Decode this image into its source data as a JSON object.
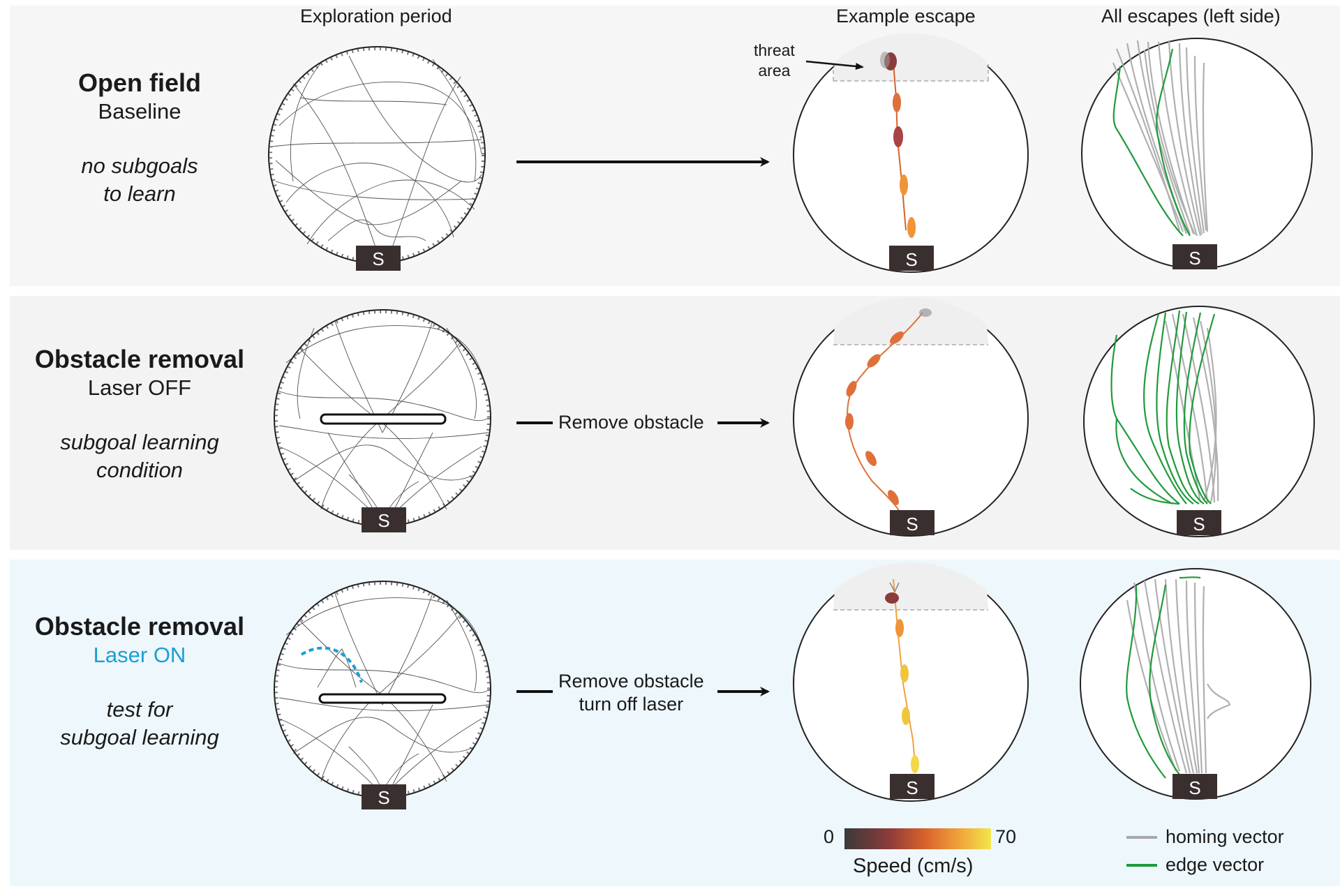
{
  "headers": {
    "exploration": "Exploration period",
    "example_escape": "Example escape",
    "all_escapes": "All escapes (left side)"
  },
  "rows": [
    {
      "title": "Open field",
      "subtitle": "Baseline",
      "desc_line1": "no subgoals",
      "desc_line2": "to learn",
      "arrow_label": ""
    },
    {
      "title": "Obstacle removal",
      "subtitle": "Laser OFF",
      "desc_line1": "subgoal learning",
      "desc_line2": "condition",
      "arrow_label": "Remove obstacle"
    },
    {
      "title": "Obstacle removal",
      "subtitle": "Laser ON",
      "desc_line1": "test for",
      "desc_line2": "subgoal learning",
      "arrow_label_line1": "Remove obstacle",
      "arrow_label_line2": "turn off laser"
    }
  ],
  "shelter_label": "S",
  "threat_area_label": "threat area",
  "threat_area_line1": "threat",
  "threat_area_line2": "area",
  "colorbar": {
    "min": "0",
    "max": "70",
    "label": "Speed (cm/s)",
    "colors": [
      "#3a3a3a",
      "#8a3b3b",
      "#d9622b",
      "#f0a23a",
      "#f2e64a"
    ]
  },
  "legend": {
    "homing": {
      "label": "homing vector",
      "color": "#a8a8a8"
    },
    "edge": {
      "label": "edge vector",
      "color": "#1f9a3a"
    }
  },
  "colors": {
    "laser_blue": "#1a9fd4",
    "shelter": "#3a2f2f",
    "threat_fill": "#ececec"
  }
}
